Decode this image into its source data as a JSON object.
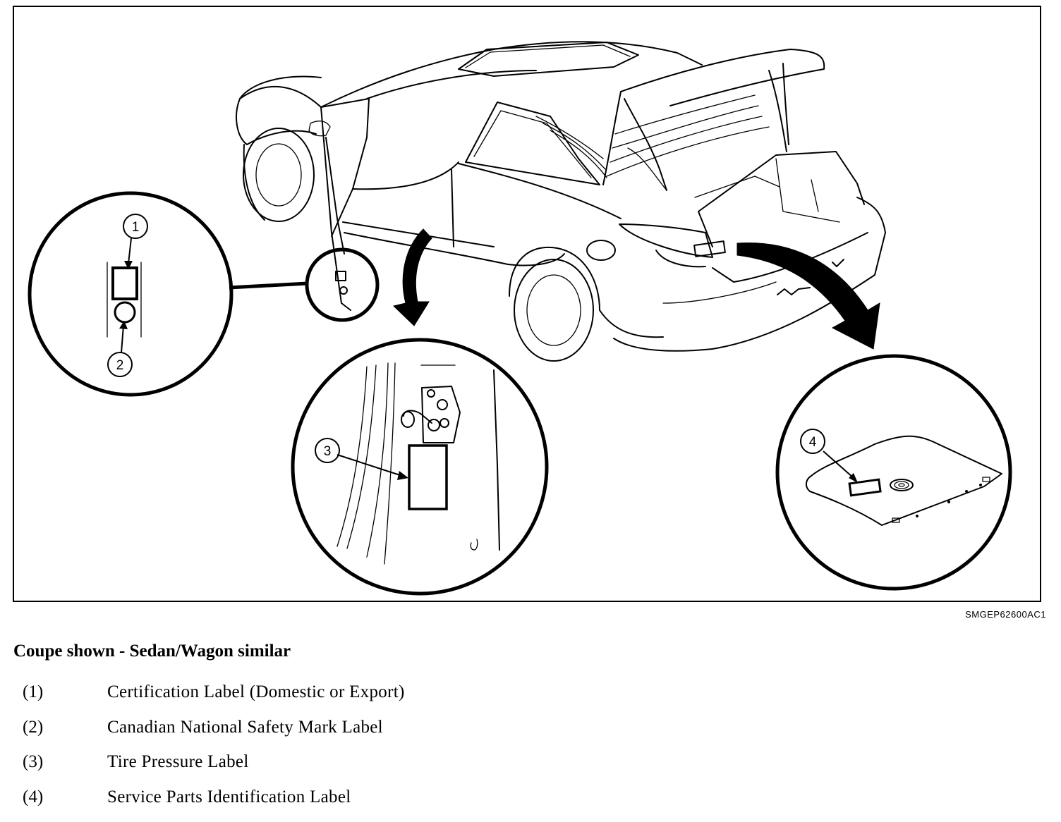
{
  "figure": {
    "code": "SMGEP62600AC1",
    "callouts": {
      "c1": "1",
      "c2": "2",
      "c3": "3",
      "c4": "4"
    }
  },
  "caption": "Coupe shown - Sedan/Wagon similar",
  "legend": [
    {
      "number": "(1)",
      "text": "Certification Label (Domestic or Export)"
    },
    {
      "number": "(2)",
      "text": "Canadian National Safety Mark Label"
    },
    {
      "number": "(3)",
      "text": "Tire Pressure Label"
    },
    {
      "number": "(4)",
      "text": "Service Parts Identification Label"
    }
  ]
}
